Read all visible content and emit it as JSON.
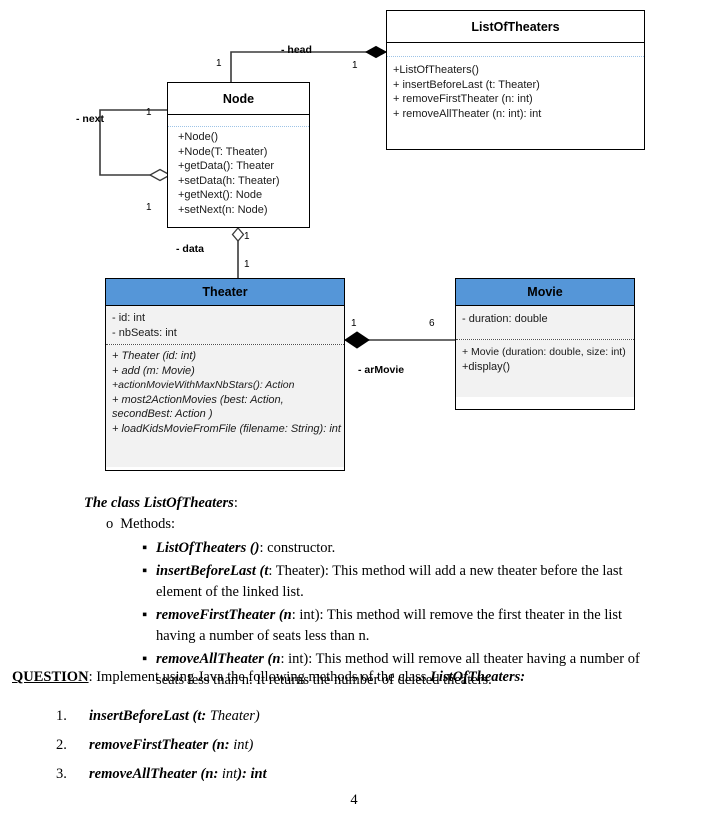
{
  "diagram": {
    "classes": {
      "list_of_theaters": {
        "name": "ListOfTheaters",
        "attributes": [],
        "methods": [
          "+ListOfTheaters()",
          "+ insertBeforeLast (t: Theater)",
          "+ removeFirstTheater (n: int)",
          "+ removeAllTheater (n: int): int"
        ]
      },
      "node": {
        "name": "Node",
        "attributes": [],
        "methods": [
          "+Node()",
          "+Node(T: Theater)",
          "+getData(): Theater",
          "+setData(h: Theater)",
          "+getNext(): Node",
          "+setNext(n: Node)"
        ]
      },
      "theater": {
        "name": "Theater",
        "attributes": [
          "- id: int",
          "- nbSeats: int"
        ],
        "methods": [
          "+ Theater (id: int)",
          "+ add (m: Movie)",
          "+actionMovieWithMaxNbStars(): Action",
          "+ most2ActionMovies (best: Action, secondBest: Action )",
          "+ loadKidsMovieFromFile (filename: String): int"
        ]
      },
      "movie": {
        "name": "Movie",
        "attributes": [
          "- duration: double"
        ],
        "methods": [
          "+ Movie (duration: double, size: int)",
          "+display()"
        ]
      }
    },
    "associations": {
      "head": {
        "label": "- head",
        "source_multiplicity": "1",
        "target_multiplicity": "1"
      },
      "next": {
        "label": "- next",
        "source_multiplicity": "1",
        "target_multiplicity": "1"
      },
      "data": {
        "label": "- data",
        "source_multiplicity": "1",
        "target_multiplicity": "1"
      },
      "armovie": {
        "label": "- arMovie",
        "source_multiplicity": "1",
        "target_multiplicity": "6"
      }
    },
    "colors": {
      "header_blue": "#5596d8",
      "body_gray": "#f2f2f2",
      "separator_blue": "#9dc3e6",
      "separator_dark": "#4d4d4d",
      "line": "#3a3a3a"
    }
  },
  "prose": {
    "heading_bold": "The class ListOfTheaters",
    "heading_tail": ":",
    "methods_label": "Methods:",
    "methods_bullet": "o",
    "item_bullet": "▪",
    "items": [
      {
        "name": "ListOfTheaters ()",
        "rest": ": constructor."
      },
      {
        "name": "insertBeforeLast (t",
        "rest": ": Theater): This method will add a new theater before the last element of the linked list."
      },
      {
        "name": "removeFirstTheater (n",
        "rest": ": int): This method will remove the first theater in the list having a number of seats less than n."
      },
      {
        "name": "removeAllTheater (n",
        "rest": ": int): This method will remove all theater having a number of seats less than n. It returns the number of deleted theaters."
      }
    ],
    "question_label": "QUESTION",
    "question_text": ": Implement using Java the following methods of the class ",
    "question_class": "ListOfTheaters:",
    "numbered": [
      {
        "num": "1.",
        "bold": "insertBeforeLast (t: ",
        "ital": "Theater)"
      },
      {
        "num": "2.",
        "bold": "removeFirstTheater (n: ",
        "ital": "int)"
      },
      {
        "num": "3.",
        "bold": "removeAllTheater (n: ",
        "ital": "int",
        "tail": "): int"
      }
    ],
    "page_number": "4"
  }
}
